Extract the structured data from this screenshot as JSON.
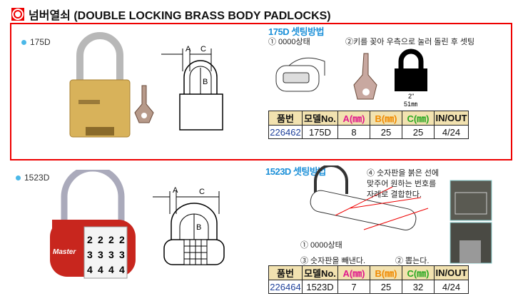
{
  "header": {
    "title": "넘버열쇠 (DOUBLE LOCKING BRASS BODY PADLOCKS)",
    "icon": "square-logo-icon"
  },
  "products": [
    {
      "model_label": "175D",
      "setting_title": "175D 셋팅방법",
      "steps": [
        "① 0000상태",
        "②키를 꽂아 우측으로 눌러 돌린 후 셋팅"
      ],
      "dimension_note": {
        "inch": "2\"",
        "mm": "51㎜"
      },
      "diagram_labels": {
        "a": "A",
        "b": "B",
        "c": "C"
      },
      "table": {
        "headers": [
          "품번",
          "모델No.",
          "A(㎜)",
          "B(㎜)",
          "C(㎜)",
          "IN/OUT"
        ],
        "row": [
          "226462",
          "175D",
          "8",
          "25",
          "25",
          "4/24"
        ]
      }
    },
    {
      "model_label": "1523D",
      "setting_title": "1523D 셋팅방법",
      "steps": [
        "① 0000상태",
        "② 뽑는다.",
        "③ 숫자판을 빼낸다.",
        "④ 숫자판을 붉은 선에 맞주어 원하는 번호를 자례로 결합한다."
      ],
      "brand": "Master",
      "dial_digits": [
        "2",
        "3",
        "4"
      ],
      "diagram_labels": {
        "a": "A",
        "b": "B",
        "c": "C"
      },
      "table": {
        "headers": [
          "품번",
          "모델No.",
          "A(㎜)",
          "B(㎜)",
          "C(㎜)",
          "IN/OUT"
        ],
        "row": [
          "226464",
          "1523D",
          "7",
          "25",
          "32",
          "4/24"
        ]
      }
    }
  ],
  "colors": {
    "frame": "#ee0000",
    "accent": "#1a8fd8",
    "table_header": "#f2e2b0"
  }
}
